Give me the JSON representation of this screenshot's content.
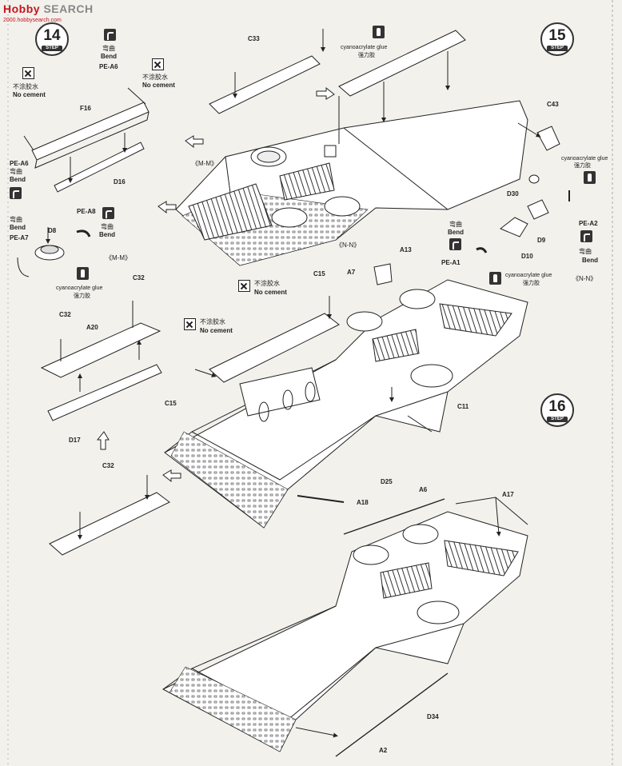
{
  "watermark": {
    "brand_a": "Hobby",
    "brand_b": "SEARCH",
    "url": "2000.hobbysearch.com"
  },
  "steps": [
    "14",
    "15",
    "16"
  ],
  "step_word": "STEP",
  "legend": {
    "no_cement_cn": "不涂胶水",
    "no_cement_en": "No cement",
    "bend_cn": "弯曲",
    "bend_en": "Bend",
    "glue_en": "cyanoacrylate glue",
    "glue_cn": "强力胶"
  },
  "parts": {
    "c33": "C33",
    "f16": "F16",
    "d16": "D16",
    "pe_a6": "PE-A6",
    "pe_a6_b": "PE-A6",
    "pe_a7": "PE-A7",
    "pe_a8": "PE-A8",
    "d8": "D8",
    "mm": "《M-M》",
    "mm2": "《M-M》",
    "nn": "《N-N》",
    "nn2": "《N-N》",
    "c32a": "C32",
    "c32b": "C32",
    "c32c": "C32",
    "a20": "A20",
    "d17": "D17",
    "c43": "C43",
    "d30": "D30",
    "pe_a2": "PE-A2",
    "pe_a1": "PE-A1",
    "d9": "D9",
    "d10": "D10",
    "a7": "A7",
    "a13": "A13",
    "c15a": "C15",
    "c15b": "C15",
    "c11": "C11",
    "d25": "D25",
    "a18": "A18",
    "a6": "A6",
    "a17": "A17",
    "d34": "D34",
    "a2": "A2"
  }
}
